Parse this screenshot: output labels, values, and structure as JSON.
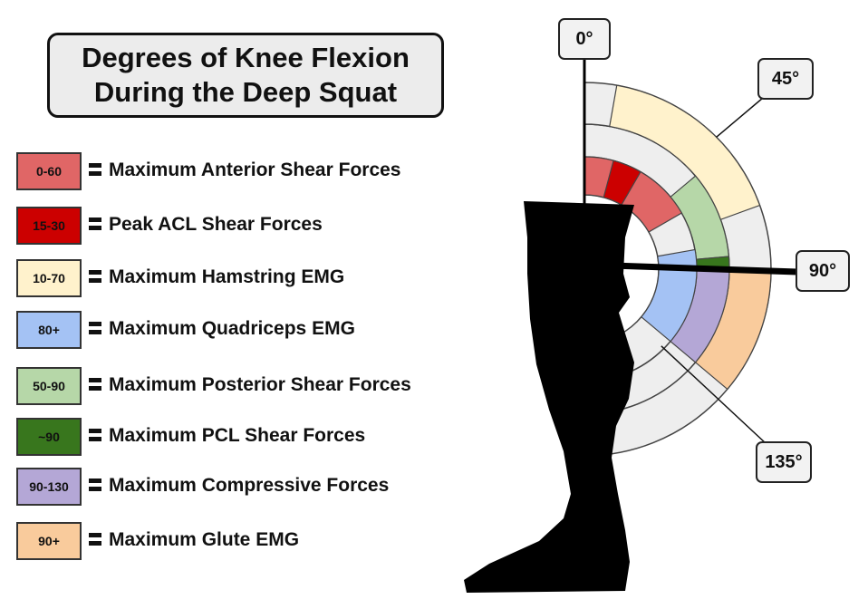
{
  "title": {
    "line1": "Degrees of Knee Flexion",
    "line2": "During the Deep Squat"
  },
  "legend": [
    {
      "range": "0-60",
      "label": "Maximum Anterior Shear Forces",
      "color": "#e06666",
      "text_color": "#111111"
    },
    {
      "range": "15-30",
      "label": "Peak ACL Shear Forces",
      "color": "#cc0000",
      "text_color": "#111111"
    },
    {
      "range": "10-70",
      "label": "Maximum Hamstring EMG",
      "color": "#fff2cc",
      "text_color": "#111111"
    },
    {
      "range": "80+",
      "label": "Maximum Quadriceps EMG",
      "color": "#a4c2f4",
      "text_color": "#111111"
    },
    {
      "range": "50-90",
      "label": "Maximum Posterior Shear Forces",
      "color": "#b6d7a8",
      "text_color": "#111111"
    },
    {
      "range": "~90",
      "label": "Maximum PCL Shear Forces",
      "color": "#38761d",
      "text_color": "#111111"
    },
    {
      "range": "90-130",
      "label": "Maximum Compressive Forces",
      "color": "#b4a7d6",
      "text_color": "#111111"
    },
    {
      "range": "90+",
      "label": "Maximum Glute EMG",
      "color": "#f9cb9c",
      "text_color": "#111111"
    }
  ],
  "angles": {
    "a0": "0°",
    "a45": "45°",
    "a90": "90°",
    "a135": "135°"
  },
  "colors": {
    "ring_background": "#eeeeee",
    "ring_outline": "#444444",
    "leg": "#000000"
  },
  "arcs": [
    {
      "ring": 3,
      "from": 10,
      "to": 70,
      "color": "#fff2cc"
    },
    {
      "ring": 3,
      "from": 90,
      "to": 130,
      "color": "#f9cb9c"
    },
    {
      "ring": 2,
      "from": 50,
      "to": 85,
      "color": "#b6d7a8"
    },
    {
      "ring": 2,
      "from": 85,
      "to": 90,
      "color": "#38761d"
    },
    {
      "ring": 2,
      "from": 90,
      "to": 130,
      "color": "#b4a7d6"
    },
    {
      "ring": 1,
      "from": 0,
      "to": 60,
      "color": "#e06666"
    },
    {
      "ring": 1,
      "from": 15,
      "to": 30,
      "color": "#cc0000"
    },
    {
      "ring": 1,
      "from": 80,
      "to": 130,
      "color": "#a4c2f4"
    }
  ]
}
